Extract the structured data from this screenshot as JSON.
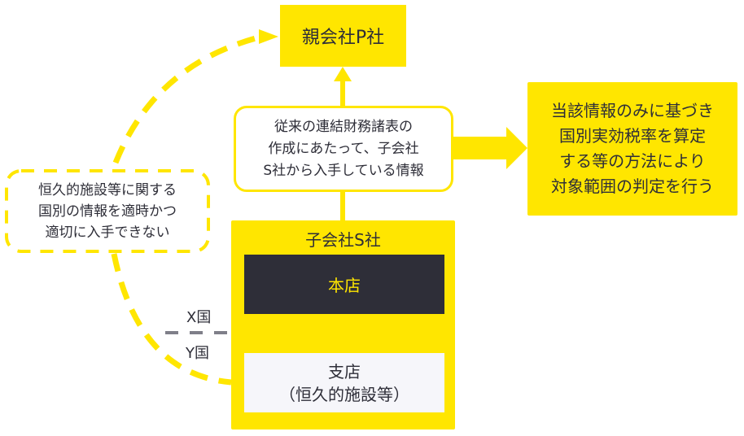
{
  "parent_company": {
    "label": "親会社P社"
  },
  "info_box": {
    "lines": [
      "従来の連結財務諸表の",
      "作成にあたって、子会社",
      "S社から入手している情報"
    ]
  },
  "result_box": {
    "lines": [
      "当該情報のみに基づき",
      "国別実効税率を算定",
      "する等の方法により",
      "対象範囲の判定を行う"
    ]
  },
  "problem_box": {
    "lines": [
      "恒久的施設等に関する",
      "国別の情報を適時かつ",
      "適切に入手できない"
    ]
  },
  "subsidiary": {
    "title": "子会社S社",
    "head_office": "本店",
    "branch_lines": [
      "支店",
      "（恒久的施設等）"
    ]
  },
  "countries": {
    "x": "X国",
    "y": "Y国"
  },
  "colors": {
    "accent": "#ffe600",
    "dark": "#2e2e38",
    "light": "#f6f6fa",
    "border_gray": "#7f7f89"
  }
}
